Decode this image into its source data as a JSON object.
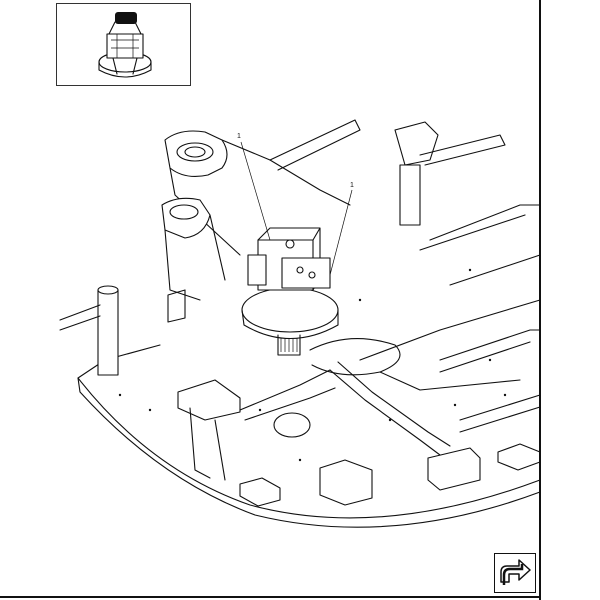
{
  "diagram": {
    "callouts": [
      {
        "id": "callout-1",
        "label": "1"
      },
      {
        "id": "callout-2",
        "label": "1"
      }
    ]
  },
  "navigation": {
    "next_icon": "curved-arrow-icon"
  }
}
